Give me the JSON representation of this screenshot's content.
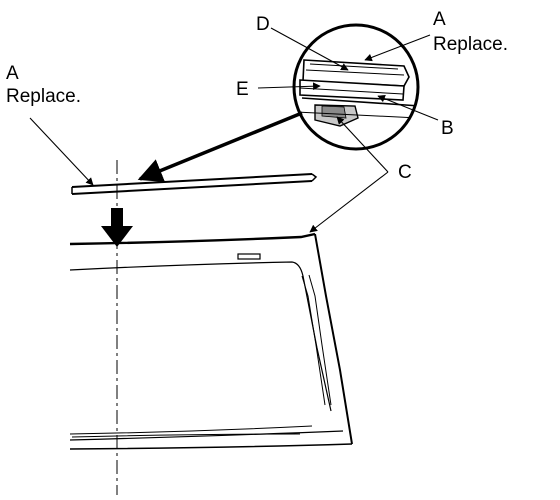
{
  "labels": {
    "a_left_letter": "A",
    "a_left_text": "Replace.",
    "a_right_letter": "A",
    "a_right_text": "Replace.",
    "b": "B",
    "c": "C",
    "d": "D",
    "e": "E"
  }
}
